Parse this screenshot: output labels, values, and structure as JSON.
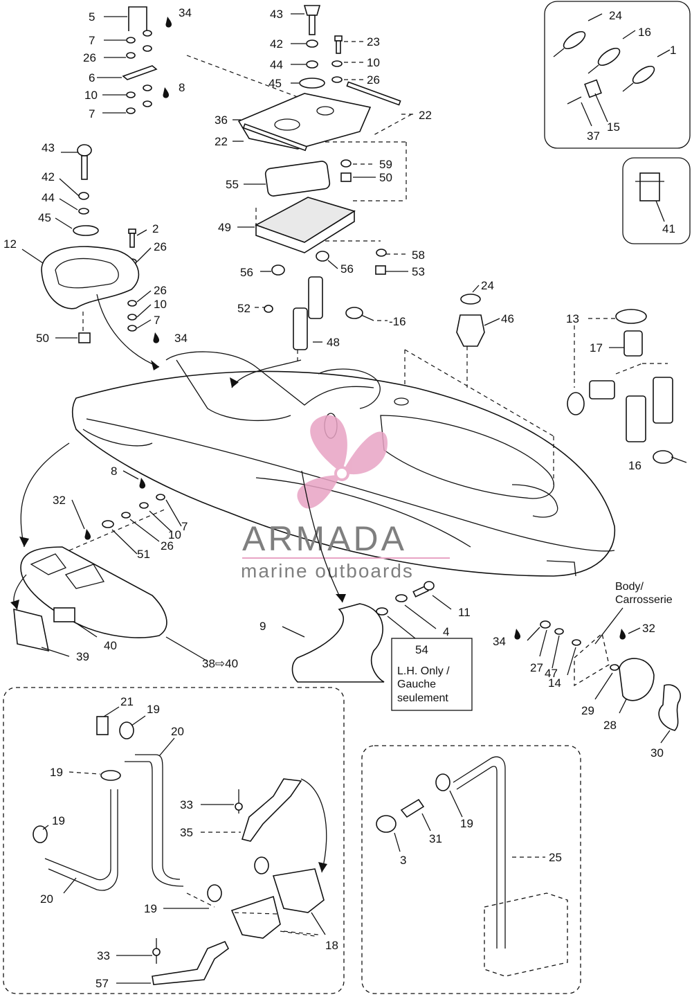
{
  "labels": {
    "p1": "1",
    "p2": "2",
    "p3": "3",
    "p4": "4",
    "p5": "5",
    "p6": "6",
    "p7": "7",
    "p8": "8",
    "p9": "9",
    "p10": "10",
    "p11": "11",
    "p12": "12",
    "p13": "13",
    "p14": "14",
    "p15": "15",
    "p16": "16",
    "p16b": "-16",
    "p17": "17",
    "p18": "18",
    "p19": "19",
    "p20": "20",
    "p21": "21",
    "p22": "22",
    "p23": "23",
    "p24": "24",
    "p25": "25",
    "p26": "26",
    "p27": "27",
    "p28": "28",
    "p29": "29",
    "p30": "30",
    "p31": "31",
    "p32": "32",
    "p33": "33",
    "p34": "34",
    "p35": "35",
    "p36": "36",
    "p37": "37",
    "p38_40": "38⇨40",
    "p39": "39",
    "p40": "40",
    "p41": "41",
    "p42": "42",
    "p43": "43",
    "p44": "44",
    "p45": "45",
    "p46": "46",
    "p47": "47",
    "p48": "48",
    "p49": "49",
    "p50": "50",
    "p51": "51",
    "p52": "52",
    "p53": "53",
    "p54": "54",
    "p55": "55",
    "p56": "56",
    "p57": "57",
    "p58": "58",
    "p59": "59"
  },
  "notes": {
    "body_line1": "Body/",
    "body_line2": "Carrosserie",
    "lh_line1": "L.H. Only /",
    "lh_line2": "Gauche",
    "lh_line3": "seulement"
  },
  "watermark": {
    "brand": "ARMADA",
    "tagline": "marine outboards",
    "logo_color": "#e8a3c4",
    "text_color": "#7f7f7f"
  }
}
